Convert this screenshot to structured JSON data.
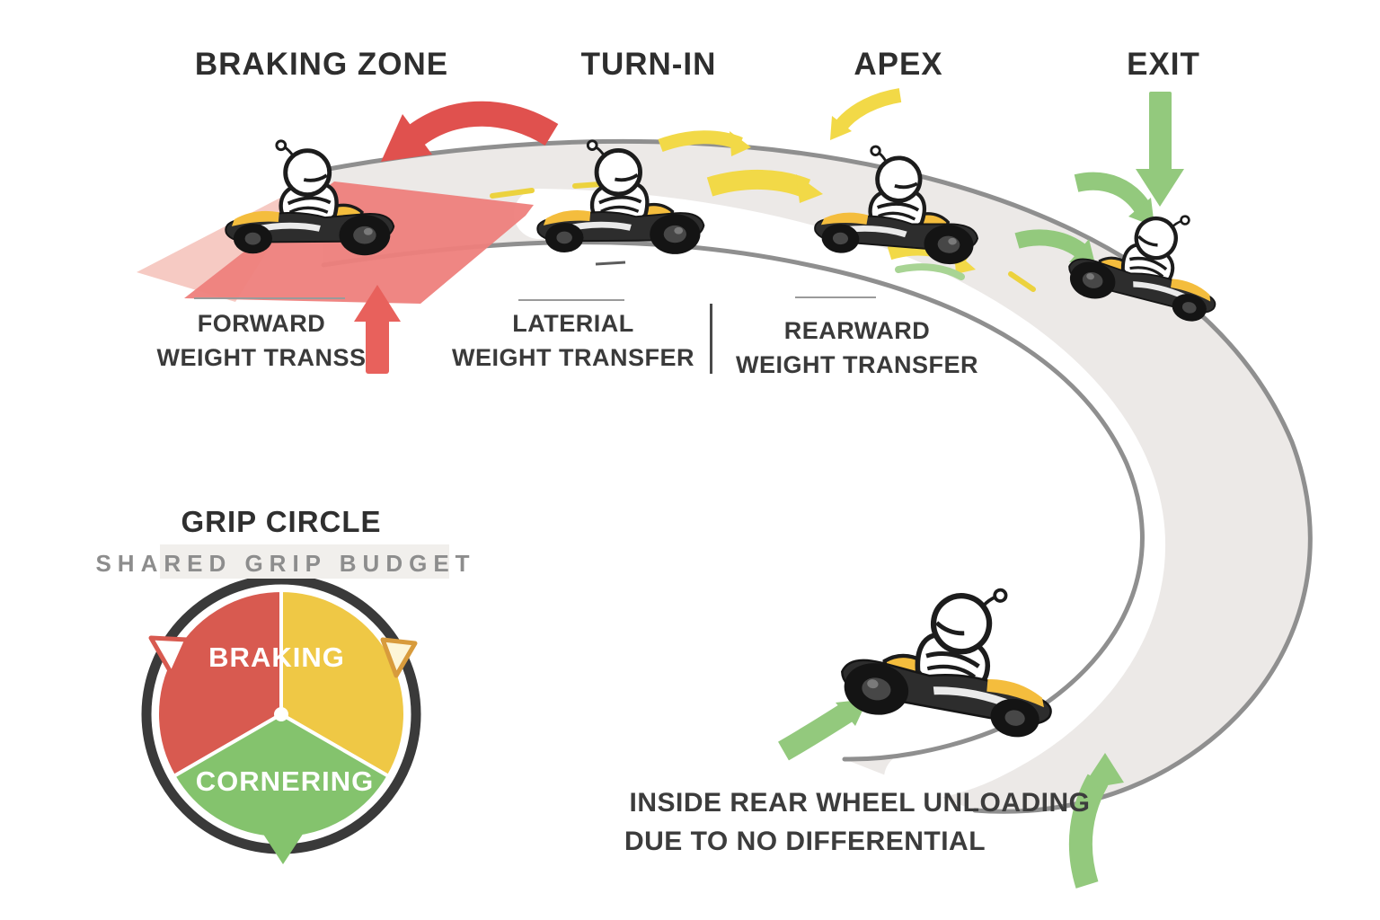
{
  "corner_phases": [
    {
      "label": "BRAKING ZONE"
    },
    {
      "label": "TURN-IN"
    },
    {
      "label": "APEX"
    },
    {
      "label": "EXIT"
    }
  ],
  "weight_transfer_labels": [
    {
      "line1": "FORWARD",
      "line2": "WEIGHT TRANSS"
    },
    {
      "line1": "LATERIAL",
      "line2": "WEIGHT TRANSFER"
    },
    {
      "line1": "REARWARD",
      "line2": "WEIGHT TRANSFER"
    }
  ],
  "grip_circle": {
    "title": "GRIP CIRCLE",
    "subtitle": "SHARED GRIP BUDGET",
    "segments": [
      {
        "label": "BRAKING",
        "color": "#d85a50",
        "share": 1
      },
      {
        "label": "",
        "color": "#efc845",
        "share": 1
      },
      {
        "label": "CORNERING",
        "color": "#84c36d",
        "share": 1
      }
    ]
  },
  "annotation": {
    "line1": "INSIDE REAR WHEEL UNLOADING",
    "line2": "DUE TO NO DIFFERENTIAL"
  },
  "colors": {
    "braking_arrow_red": "#e0514e",
    "braking_zone_red": "#ee807c",
    "braking_zone_light_pink": "#f6cac3",
    "arrow_yellow": "#f2d947",
    "arrow_green": "#93c97d",
    "track_fill": "#ece9e7",
    "track_edge": "#8f8f8f",
    "racing_line_white": "#ffffff",
    "centerline_yellow": "#ecd23e",
    "ink": "#2e2e2e",
    "subtitle_gray": "#8d8d8d"
  }
}
